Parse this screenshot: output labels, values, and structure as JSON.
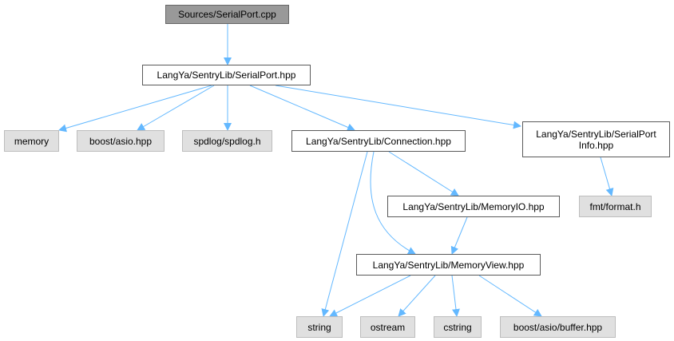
{
  "nodes": [
    {
      "id": "serialport_cpp",
      "label": "Sources/SerialPort.cpp",
      "kind": "root"
    },
    {
      "id": "serialport_hpp",
      "label": "LangYa/SentryLib/SerialPort.hpp",
      "kind": "local"
    },
    {
      "id": "memory",
      "label": "memory",
      "kind": "sys"
    },
    {
      "id": "boost_asio",
      "label": "boost/asio.hpp",
      "kind": "sys"
    },
    {
      "id": "spdlog",
      "label": "spdlog/spdlog.h",
      "kind": "sys"
    },
    {
      "id": "connection_hpp",
      "label": "LangYa/SentryLib/Connection.hpp",
      "kind": "local"
    },
    {
      "id": "serialportinfo_hpp",
      "label": "LangYa/SentryLib/SerialPort\nInfo.hpp",
      "kind": "local"
    },
    {
      "id": "fmt_format",
      "label": "fmt/format.h",
      "kind": "sys"
    },
    {
      "id": "memoryio_hpp",
      "label": "LangYa/SentryLib/MemoryIO.hpp",
      "kind": "local"
    },
    {
      "id": "memoryview_hpp",
      "label": "LangYa/SentryLib/MemoryView.hpp",
      "kind": "local"
    },
    {
      "id": "string",
      "label": "string",
      "kind": "sys"
    },
    {
      "id": "ostream",
      "label": "ostream",
      "kind": "sys"
    },
    {
      "id": "cstring",
      "label": "cstring",
      "kind": "sys"
    },
    {
      "id": "boost_asio_buffer",
      "label": "boost/asio/buffer.hpp",
      "kind": "sys"
    }
  ],
  "edges": [
    {
      "from": "serialport_cpp",
      "to": "serialport_hpp"
    },
    {
      "from": "serialport_hpp",
      "to": "memory"
    },
    {
      "from": "serialport_hpp",
      "to": "boost_asio"
    },
    {
      "from": "serialport_hpp",
      "to": "spdlog"
    },
    {
      "from": "serialport_hpp",
      "to": "connection_hpp"
    },
    {
      "from": "serialport_hpp",
      "to": "serialportinfo_hpp"
    },
    {
      "from": "serialportinfo_hpp",
      "to": "fmt_format"
    },
    {
      "from": "connection_hpp",
      "to": "memoryio_hpp"
    },
    {
      "from": "connection_hpp",
      "to": "memoryview_hpp"
    },
    {
      "from": "connection_hpp",
      "to": "string"
    },
    {
      "from": "memoryio_hpp",
      "to": "memoryview_hpp"
    },
    {
      "from": "memoryview_hpp",
      "to": "string"
    },
    {
      "from": "memoryview_hpp",
      "to": "ostream"
    },
    {
      "from": "memoryview_hpp",
      "to": "cstring"
    },
    {
      "from": "memoryview_hpp",
      "to": "boost_asio_buffer"
    }
  ],
  "colors": {
    "edge": "#63b8ff",
    "root_fill": "#999999",
    "local_fill": "#ffffff",
    "system_fill": "#e0e0e0"
  }
}
